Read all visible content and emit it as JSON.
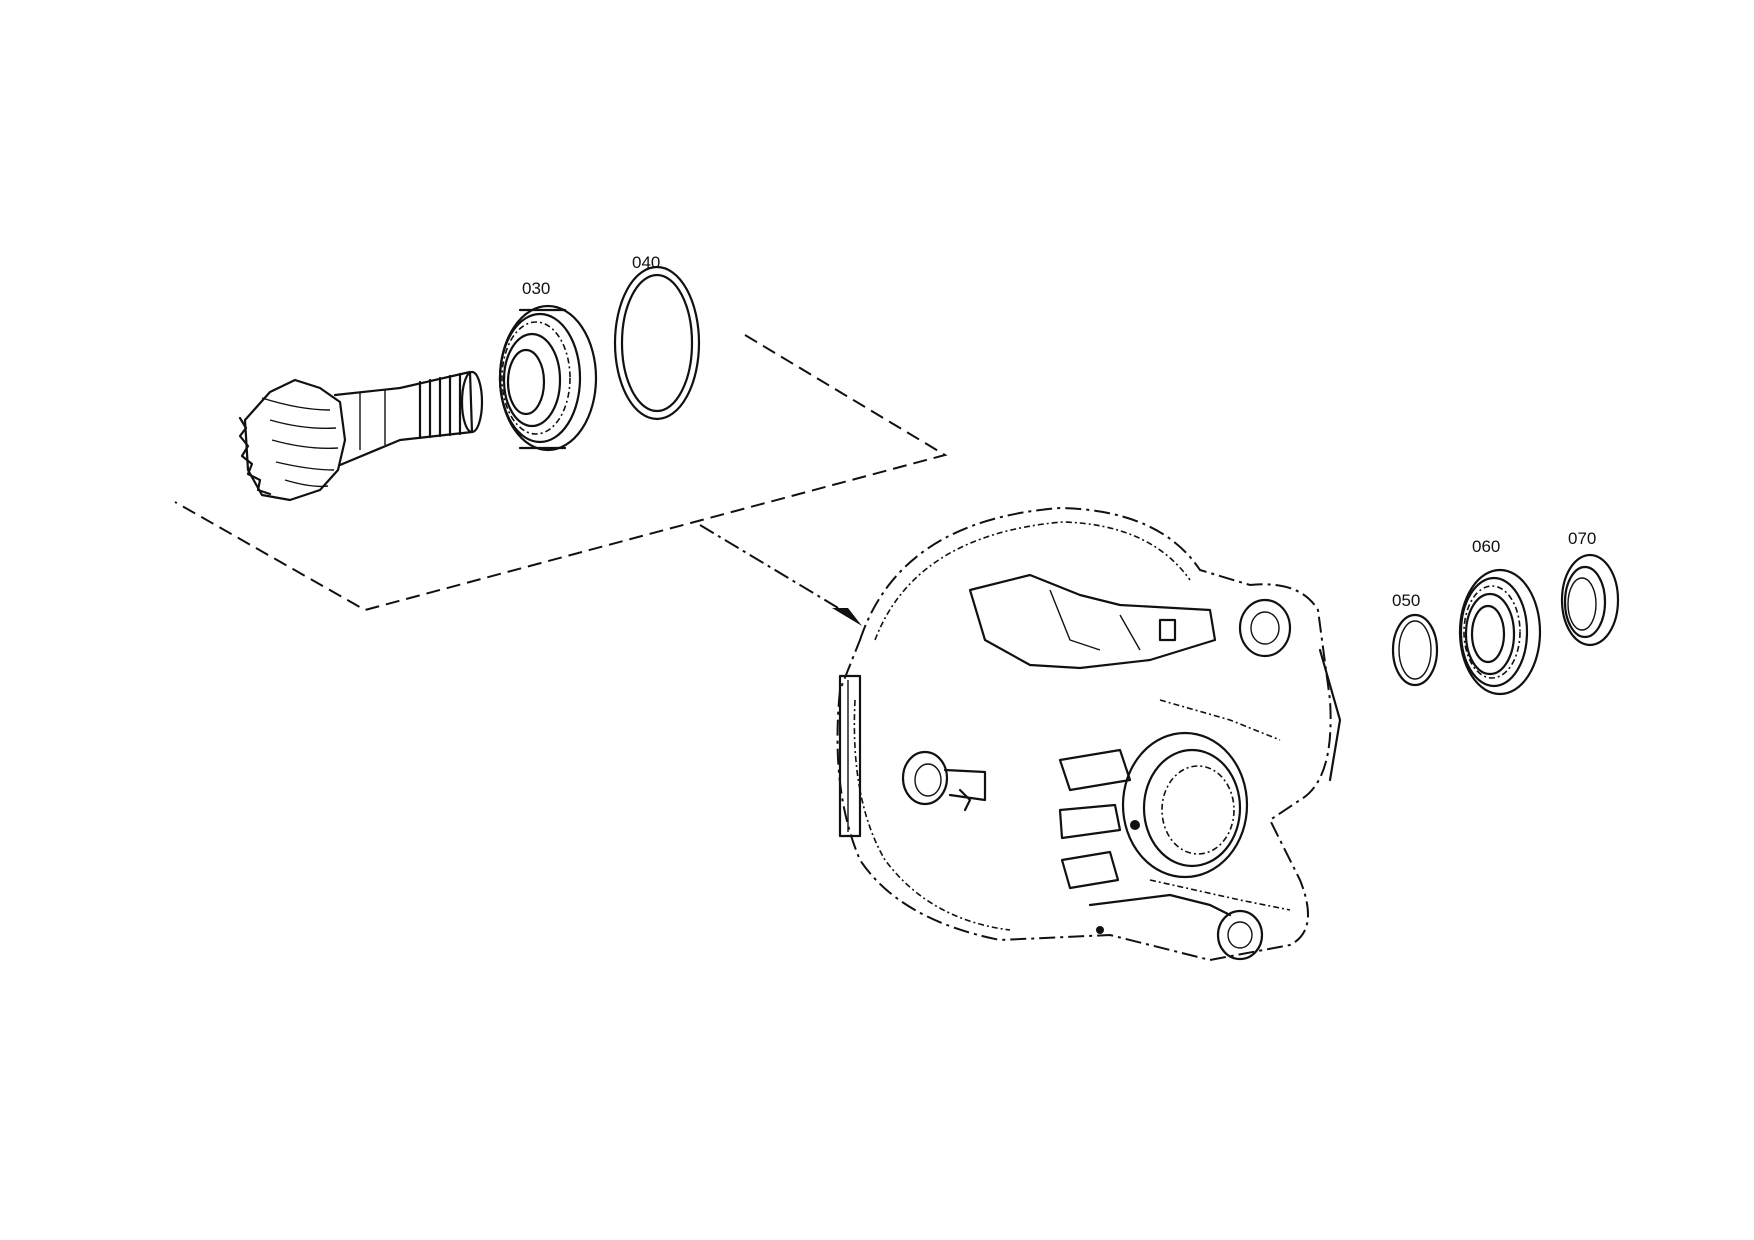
{
  "diagram": {
    "callouts": [
      {
        "id": "030",
        "label": "030",
        "part": "bearing"
      },
      {
        "id": "040",
        "label": "040",
        "part": "ring"
      },
      {
        "id": "050",
        "label": "050",
        "part": "snap-ring"
      },
      {
        "id": "060",
        "label": "060",
        "part": "bearing"
      },
      {
        "id": "070",
        "label": "070",
        "part": "seal-ring"
      }
    ],
    "parts": [
      {
        "name": "bevel-pinion-shaft",
        "icon": "gear-shaft-icon"
      },
      {
        "name": "axle-housing",
        "icon": "housing-icon"
      }
    ],
    "colors": {
      "line": "#111111",
      "background": "#ffffff"
    }
  }
}
